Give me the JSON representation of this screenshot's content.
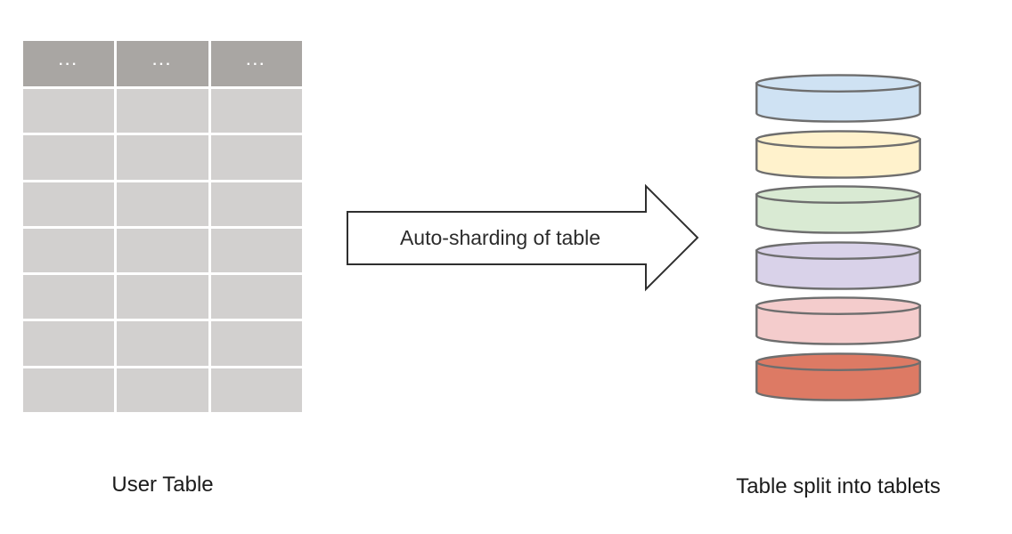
{
  "diagram": {
    "background": "#ffffff",
    "user_table": {
      "label": "User Table",
      "columns": 3,
      "body_rows": 7,
      "header_text": "...",
      "header_color": "#a9a6a3",
      "row_color": "#d2d0cf",
      "header_text_color": "#ffffff"
    },
    "arrow": {
      "label": "Auto-sharding of table",
      "fill": "#ffffff",
      "stroke": "#2f2f2f"
    },
    "tablets": {
      "label": "Table split into tablets",
      "stroke": "#6e6e6e",
      "items": [
        {
          "name": "tablet-1",
          "fill": "#cfe2f3"
        },
        {
          "name": "tablet-2",
          "fill": "#fff2cc"
        },
        {
          "name": "tablet-3",
          "fill": "#d9ead3"
        },
        {
          "name": "tablet-4",
          "fill": "#d9d2e9"
        },
        {
          "name": "tablet-5",
          "fill": "#f4cccc"
        },
        {
          "name": "tablet-6",
          "fill": "#dd7a64"
        }
      ]
    }
  }
}
